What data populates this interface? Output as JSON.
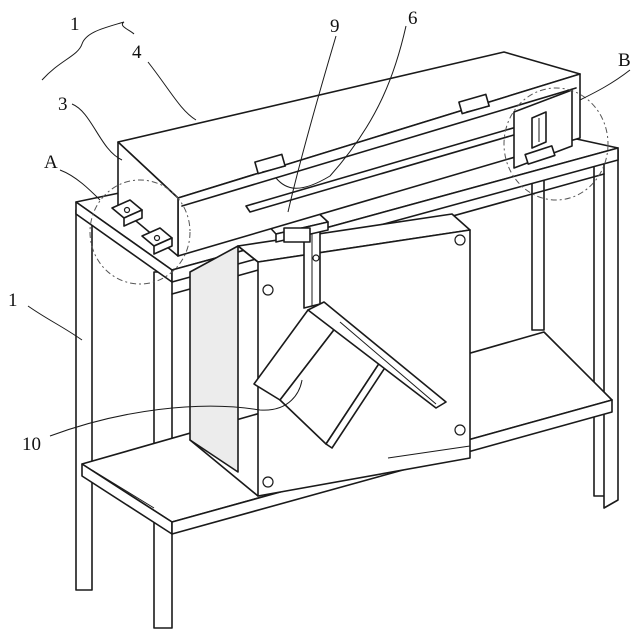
{
  "figure": {
    "labels": {
      "l1_top": "1",
      "l4": "4",
      "l3": "3",
      "lA": "A",
      "l9": "9",
      "l6": "6",
      "lB": "B",
      "l1_left": "1",
      "l10": "10"
    }
  }
}
